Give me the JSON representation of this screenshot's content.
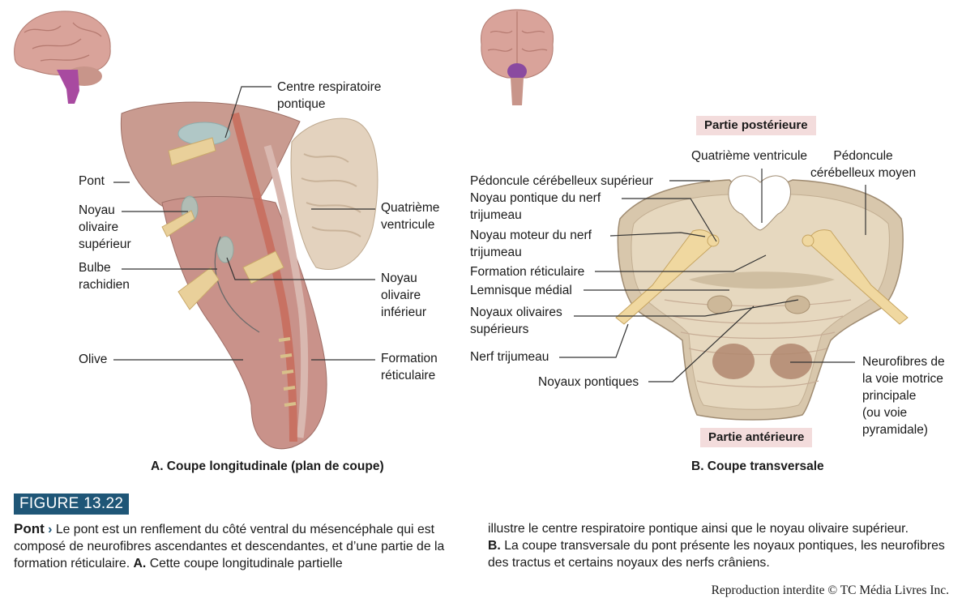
{
  "panel_a": {
    "labels": {
      "respiratory_center": "Centre respiratoire\npontique",
      "pons": "Pont",
      "superior_olive": "Noyau\nolivaire\nsupérieur",
      "medulla": "Bulbe\nrachidien",
      "olive": "Olive",
      "fourth_ventricle": "Quatrième\nventricule",
      "inferior_olive": "Noyau\nolivaire\ninférieur",
      "reticular_formation": "Formation\nréticulaire"
    },
    "caption": "A. Coupe longitudinale (plan de coupe)"
  },
  "panel_b": {
    "labels": {
      "posterior_tag": "Partie postérieure",
      "anterior_tag": "Partie antérieure",
      "fourth_ventricle": "Quatrième ventricule",
      "middle_peduncle": "Pédoncule\ncérébelleux moyen",
      "superior_peduncle": "Pédoncule cérébelleux supérieur",
      "trigeminal_pontine": "Noyau pontique du nerf\ntrijumeau",
      "trigeminal_motor": "Noyau moteur du nerf\ntrijumeau",
      "reticular_formation": "Formation réticulaire",
      "medial_lemniscus": "Lemnisque médial",
      "superior_olives": "Noyaux olivaires\nsupérieurs",
      "trigeminal_nerve": "Nerf trijumeau",
      "pontine_nuclei": "Noyaux pontiques",
      "pyramidal": "Neurofibres de\nla voie motrice\nprincipale\n(ou voie\npyramidale)"
    },
    "caption": "B. Coupe transversale"
  },
  "figure_number": "FIGURE 13.22",
  "legend": {
    "title": "Pont",
    "arrow": "›",
    "col1_text": " Le pont est un renflement du côté ventral du mésencéphale qui est composé de neurofibres ascendantes et descendantes, et d’une partie de la formation réticulaire. ",
    "col1_a": "A.",
    "col1_end": " Cette coupe longitudinale partielle",
    "col2_text": "illustre le centre respiratoire pontique ainsi que le noyau olivaire supérieur.",
    "col2_b": "B.",
    "col2_end": " La coupe transversale du pont présente les noyaux pontiques, les neurofibres des tractus et certains noyaux des nerfs crâniens."
  },
  "copyright": "Reproduction interdite © TC Média Livres Inc."
}
